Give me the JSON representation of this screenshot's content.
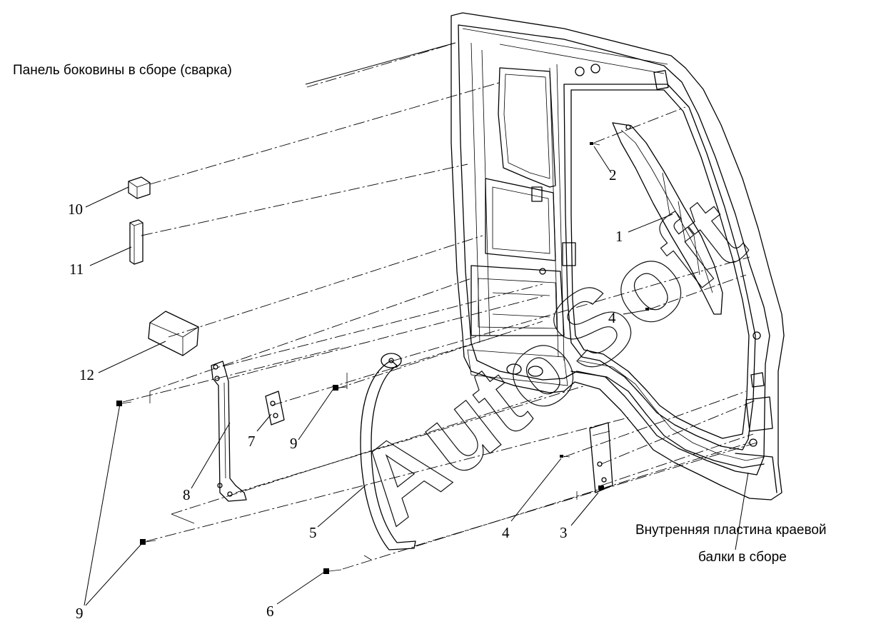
{
  "watermark": "AutoSoft",
  "labels": {
    "panel": "Панель боковины в сборе (сварка)",
    "inner_line1": "Внутренняя пластина краевой",
    "inner_line2": "балки в сборе"
  },
  "callouts": {
    "c1": "1",
    "c2": "2",
    "c3": "3",
    "c4a": "4",
    "c4b": "4",
    "c5": "5",
    "c6": "6",
    "c7": "7",
    "c8": "8",
    "c9a": "9",
    "c9b": "9",
    "c10": "10",
    "c11": "11",
    "c12": "12"
  }
}
